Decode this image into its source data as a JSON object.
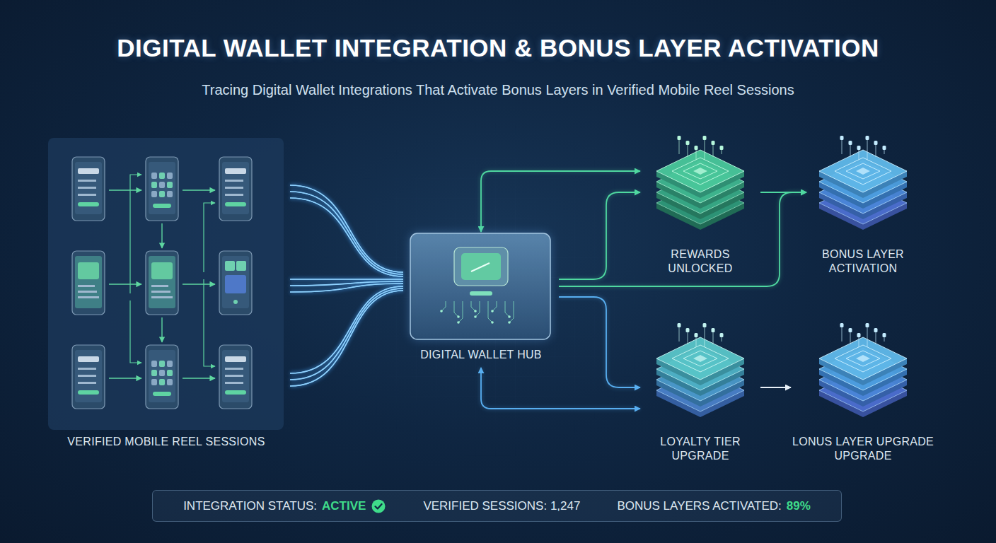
{
  "diagram": {
    "title": "DIGITAL WALLET INTEGRATION & BONUS LAYER ACTIVATION",
    "nodes": [
      {
        "text": [
          "VERIFIED MOBILE REEL SESSIONS"
        ]
      },
      {
        "text": [
          "DIGITAL WALLET HUB"
        ]
      },
      {
        "text": [
          "REWARDS UNLOCKED"
        ]
      },
      {
        "text": [
          "BONUS LAYER ACTIVATION"
        ]
      },
      {
        "text": [
          "LOYALTY TIER UPGRADE"
        ]
      },
      {
        "text": [
          "LONUS LAYER UPGRADE UPGRADE"
        ]
      },
      {
        "text": [
          "INTEGRATION STATUS:",
          "ACTIVE",
          "VERIFIED SESSIONS: 1,247",
          "BONUS LAYERS ACTIVATED:",
          "89%"
        ]
      }
    ],
    "edges": [
      {
        "from": 0,
        "to": 1,
        "arrow": "none"
      },
      {
        "from": 1,
        "to": 2,
        "arrow": "both"
      },
      {
        "from": 1,
        "to": 2,
        "arrow": "to"
      },
      {
        "from": 1,
        "to": 3,
        "arrow": "to"
      },
      {
        "from": 2,
        "to": 3,
        "arrow": "to"
      },
      {
        "from": 1,
        "to": 4,
        "arrow": "to"
      },
      {
        "from": 1,
        "to": 4,
        "arrow": "both"
      },
      {
        "from": 4,
        "to": 5,
        "arrow": "to"
      }
    ],
    "labels": [
      "Tracing Digital Wallet Integrations That Activate Bonus Layers in Verified Mobile Reel Sessions"
    ]
  }
}
